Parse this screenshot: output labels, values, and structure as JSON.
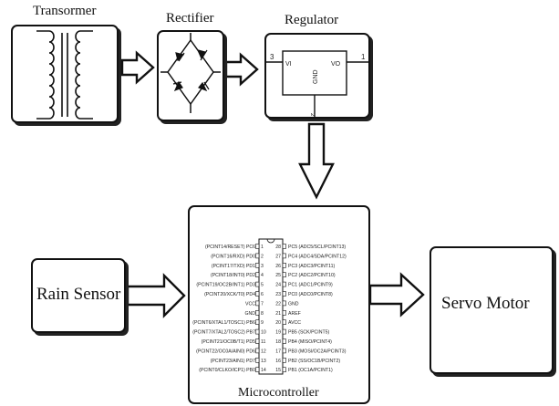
{
  "diagram": {
    "labels": {
      "transformer": "Transormer",
      "rectifier": "Rectifier",
      "regulator": "Regulator",
      "microcontroller": "Microcontroller",
      "rain_sensor": "Rain Sensor",
      "servo_motor": "Servo Motor"
    },
    "regulator_pins": {
      "vi": "VI",
      "vo": "VO",
      "gnd": "GND",
      "pin_in": "3",
      "pin_out": "1",
      "pin_gnd": "2"
    },
    "mcu_pins_left": [
      {
        "label": "(PCINT14/RESET) PC6",
        "num": "1"
      },
      {
        "label": "(PCINT16/RXD) PD0",
        "num": "2"
      },
      {
        "label": "(PCINT17/TXD) PD1",
        "num": "3"
      },
      {
        "label": "(PCINT18/INT0) PD2",
        "num": "4"
      },
      {
        "label": "(PCINT19/OC2B/INT1) PD3",
        "num": "5"
      },
      {
        "label": "(PCINT20/XCK/T0) PD4",
        "num": "6"
      },
      {
        "label": "VCC",
        "num": "7"
      },
      {
        "label": "GND",
        "num": "8"
      },
      {
        "label": "(PCINT6/XTAL1/TOSC1) PB6",
        "num": "9"
      },
      {
        "label": "(PCINT7/XTAL2/TOSC2) PB7",
        "num": "10"
      },
      {
        "label": "(PCINT21/OC0B/T1) PD5",
        "num": "11"
      },
      {
        "label": "(PCINT22/OC0A/AIN0) PD6",
        "num": "12"
      },
      {
        "label": "(PCINT23/AIN1) PD7",
        "num": "13"
      },
      {
        "label": "(PCINT0/CLKO/ICP1) PB0",
        "num": "14"
      }
    ],
    "mcu_pins_right": [
      {
        "num": "28",
        "label": "PC5 (ADC5/SCL/PCINT13)"
      },
      {
        "num": "27",
        "label": "PC4 (ADC4/SDA/PCINT12)"
      },
      {
        "num": "26",
        "label": "PC3 (ADC3/PCINT11)"
      },
      {
        "num": "25",
        "label": "PC2 (ADC2/PCINT10)"
      },
      {
        "num": "24",
        "label": "PC1 (ADC1/PCINT9)"
      },
      {
        "num": "23",
        "label": "PC0 (ADC0/PCINT8)"
      },
      {
        "num": "22",
        "label": "GND"
      },
      {
        "num": "21",
        "label": "AREF"
      },
      {
        "num": "20",
        "label": "AVCC"
      },
      {
        "num": "19",
        "label": "PB5 (SCK/PCINT5)"
      },
      {
        "num": "18",
        "label": "PB4 (MISO/PCINT4)"
      },
      {
        "num": "17",
        "label": "PB3 (MOSI/OC2A/PCINT3)"
      },
      {
        "num": "16",
        "label": "PB2 (SS/OC1B/PCINT2)"
      },
      {
        "num": "15",
        "label": "PB1 (OC1A/PCINT1)"
      }
    ]
  }
}
